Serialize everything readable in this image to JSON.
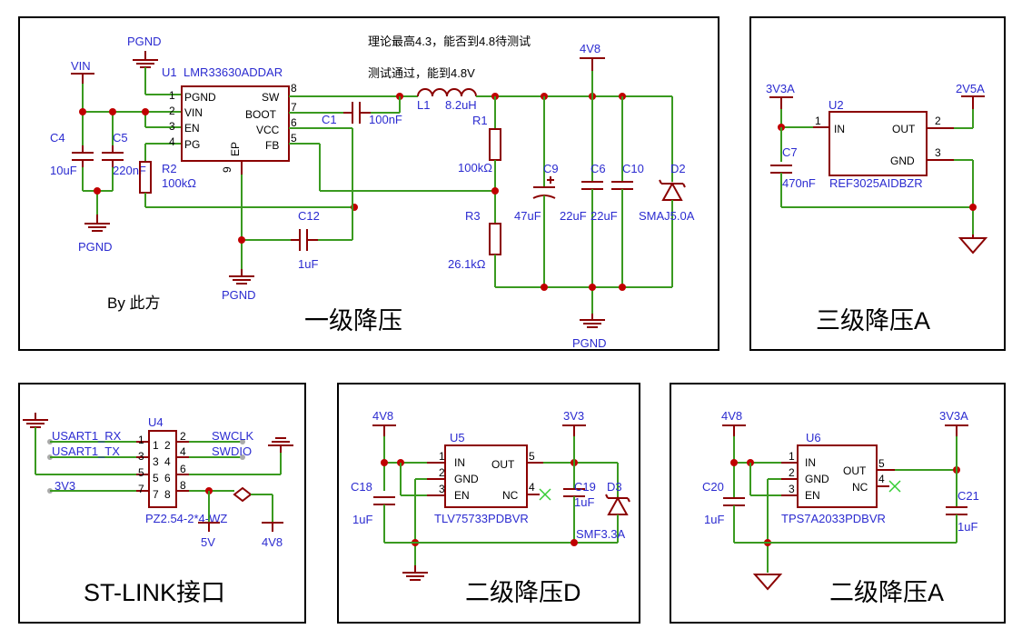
{
  "panels": {
    "stage1": {
      "title": "一级降压",
      "author": "By 此方",
      "note1": "理论最高4.3，能否到4.8待测试",
      "note2": "测试通过，能到4.8V",
      "u1": {
        "ref": "U1",
        "part": "LMR33630ADDAR",
        "pins_left": [
          {
            "num": "1",
            "name": "PGND"
          },
          {
            "num": "2",
            "name": "VIN"
          },
          {
            "num": "3",
            "name": "EN"
          },
          {
            "num": "4",
            "name": "PG"
          }
        ],
        "pins_right": [
          {
            "num": "8",
            "name": "SW"
          },
          {
            "num": "7",
            "name": "BOOT"
          },
          {
            "num": "6",
            "name": "VCC"
          },
          {
            "num": "5",
            "name": "FB"
          }
        ],
        "ep_num": "9",
        "ep_name": "EP"
      },
      "nets": {
        "vin": "VIN",
        "pgnd_top": "PGND",
        "pgnd_left": "PGND",
        "pgnd_mid": "PGND",
        "pgnd_right": "PGND",
        "v4v8": "4V8"
      },
      "c4": {
        "ref": "C4",
        "value": "10uF"
      },
      "c5": {
        "ref": "C5",
        "value": "220nF"
      },
      "r2": {
        "ref": "R2",
        "value": "100kΩ"
      },
      "c1": {
        "ref": "C1",
        "value": "100nF"
      },
      "c12": {
        "ref": "C12",
        "value": "1uF"
      },
      "l1": {
        "ref": "L1",
        "value": "8.2uH"
      },
      "r1": {
        "ref": "R1",
        "value": "100kΩ"
      },
      "r3": {
        "ref": "R3",
        "value": "26.1kΩ"
      },
      "c9": {
        "ref": "C9",
        "value": "47uF"
      },
      "c6": {
        "ref": "C6",
        "value": "22uF"
      },
      "c10": {
        "ref": "C10",
        "value": "22uF"
      },
      "d2": {
        "ref": "D2",
        "value": "SMAJ5.0A"
      }
    },
    "stage3a": {
      "title": "三级降压A",
      "u2": {
        "ref": "U2",
        "part": "REF3025AIDBZR",
        "pin1": "1",
        "pin1_name": "IN",
        "pin2": "2",
        "pin2_name": "OUT",
        "pin3": "3",
        "pin3_name": "GND"
      },
      "nets": {
        "in": "3V3A",
        "out": "2V5A"
      },
      "c7": {
        "ref": "C7",
        "value": "470nF"
      }
    },
    "stlink": {
      "title": "ST-LINK接口",
      "u4": {
        "ref": "U4",
        "part": "PZ2.54-2*4-WZ",
        "left_nums": [
          "1",
          "3",
          "5",
          "7"
        ],
        "right_nums": [
          "2",
          "4",
          "6",
          "8"
        ]
      },
      "nets": {
        "rx": "USART1_RX",
        "tx": "USART1_TX",
        "swclk": "SWCLK",
        "swdio": "SWDIO",
        "v3v3": "3V3",
        "v5": "5V",
        "v4v8": "4V8"
      }
    },
    "stage2d": {
      "title": "二级降压D",
      "u5": {
        "ref": "U5",
        "part": "TLV75733PDBVR",
        "pins": [
          {
            "num": "1",
            "name": "IN"
          },
          {
            "num": "2",
            "name": "GND"
          },
          {
            "num": "3",
            "name": "EN"
          }
        ],
        "out_num": "5",
        "out_name": "OUT",
        "nc_num": "4",
        "nc_name": "NC"
      },
      "nets": {
        "in": "4V8",
        "out": "3V3"
      },
      "c18": {
        "ref": "C18",
        "value": "1uF"
      },
      "c19": {
        "ref": "C19",
        "value": "1uF"
      },
      "d3": {
        "ref": "D3",
        "value": "SMF3.3A"
      }
    },
    "stage2a": {
      "title": "二级降压A",
      "u6": {
        "ref": "U6",
        "part": "TPS7A2033PDBVR",
        "pins": [
          {
            "num": "1",
            "name": "IN"
          },
          {
            "num": "2",
            "name": "GND"
          },
          {
            "num": "3",
            "name": "EN"
          }
        ],
        "out_num": "5",
        "out_name": "OUT",
        "nc_num": "4",
        "nc_name": "NC"
      },
      "nets": {
        "in": "4V8",
        "out": "3V3A"
      },
      "c20": {
        "ref": "C20",
        "value": "1uF"
      },
      "c21": {
        "ref": "C21",
        "value": "1uF"
      }
    }
  }
}
